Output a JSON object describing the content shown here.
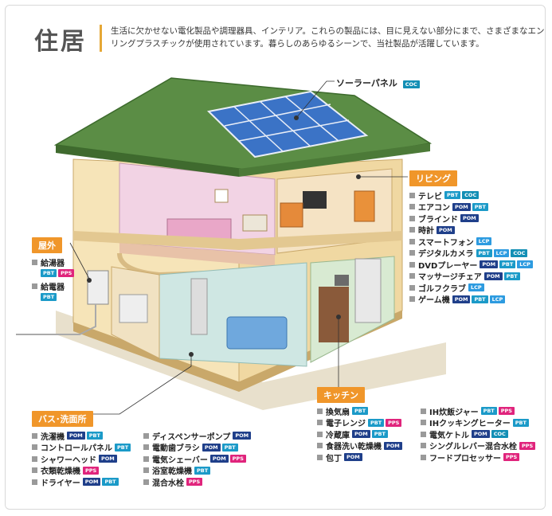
{
  "title": "住居",
  "intro": [
    "生活に欠かせない電化製品や調理器具、インテリア。これらの製品には、目に見えない部分にまで、さまざまなエンジニア",
    "リングプラスチックが使用されています。暮らしのあらゆるシーンで、当社製品が活躍しています。"
  ],
  "solar": {
    "label": "ソーラーパネル",
    "tags": [
      "COC"
    ]
  },
  "living": {
    "label": "リビング",
    "items": [
      {
        "name": "テレビ",
        "tags": [
          "PBT",
          "COC"
        ]
      },
      {
        "name": "エアコン",
        "tags": [
          "POM",
          "PBT"
        ]
      },
      {
        "name": "ブラインド",
        "tags": [
          "POM"
        ]
      },
      {
        "name": "時計",
        "tags": [
          "POM"
        ]
      },
      {
        "name": "スマートフォン",
        "tags": [
          "LCP"
        ]
      },
      {
        "name": "デジタルカメラ",
        "tags": [
          "PBT",
          "LCP",
          "COC"
        ]
      },
      {
        "name": "DVDプレーヤー",
        "tags": [
          "POM",
          "PBT",
          "LCP"
        ]
      },
      {
        "name": "マッサージチェア",
        "tags": [
          "POM",
          "PBT"
        ]
      },
      {
        "name": "ゴルフクラブ",
        "tags": [
          "LCP"
        ]
      },
      {
        "name": "ゲーム機",
        "tags": [
          "POM",
          "PBT",
          "LCP"
        ]
      }
    ]
  },
  "outdoor": {
    "label": "屋外",
    "items": [
      {
        "name": "給湯器",
        "tags": [
          "PBT",
          "PPS"
        ]
      },
      {
        "name": "給電器",
        "tags": [
          "PBT"
        ]
      }
    ]
  },
  "bath": {
    "label": "バス･洗面所",
    "col1": [
      {
        "name": "洗濯機",
        "tags": [
          "POM",
          "PBT"
        ]
      },
      {
        "name": "コントロールパネル",
        "tags": [
          "PBT"
        ]
      },
      {
        "name": "シャワーヘッド",
        "tags": [
          "POM"
        ]
      },
      {
        "name": "衣類乾燥機",
        "tags": [
          "PPS"
        ]
      },
      {
        "name": "ドライヤー",
        "tags": [
          "POM",
          "PBT"
        ]
      }
    ],
    "col2": [
      {
        "name": "ディスペンサーポンプ",
        "tags": [
          "POM"
        ]
      },
      {
        "name": "電動歯ブラシ",
        "tags": [
          "POM",
          "PBT"
        ]
      },
      {
        "name": "電気シェーバー",
        "tags": [
          "POM",
          "PPS"
        ]
      },
      {
        "name": "浴室乾燥機",
        "tags": [
          "PBT"
        ]
      },
      {
        "name": "混合水栓",
        "tags": [
          "PPS"
        ]
      }
    ]
  },
  "kitchen": {
    "label": "キッチン",
    "col1": [
      {
        "name": "換気扇",
        "tags": [
          "PBT"
        ]
      },
      {
        "name": "電子レンジ",
        "tags": [
          "PBT",
          "PPS"
        ]
      },
      {
        "name": "冷蔵庫",
        "tags": [
          "POM",
          "PBT"
        ]
      },
      {
        "name": "食器洗い乾燥機",
        "tags": [
          "POM"
        ]
      },
      {
        "name": "包丁",
        "tags": [
          "POM"
        ]
      }
    ],
    "col2": [
      {
        "name": "IH炊飯ジャー",
        "tags": [
          "PBT",
          "PPS"
        ]
      },
      {
        "name": "IHクッキングヒーター",
        "tags": [
          "PBT"
        ]
      },
      {
        "name": "電気ケトル",
        "tags": [
          "POM",
          "COC"
        ]
      },
      {
        "name": "シングルレバー混合水栓",
        "tags": [
          "PPS"
        ]
      },
      {
        "name": "フードプロセッサー",
        "tags": [
          "PPS"
        ]
      }
    ]
  },
  "colors": {
    "POM": "#1f3f8a",
    "PBT": "#1b9ac8",
    "COC": "#138fb5",
    "LCP": "#2d9be0",
    "PPS": "#e0247c",
    "label": "#f0962a",
    "roof": "#4a7f3a",
    "wall": "#f3dfb0",
    "solar": "#3d78c8"
  }
}
